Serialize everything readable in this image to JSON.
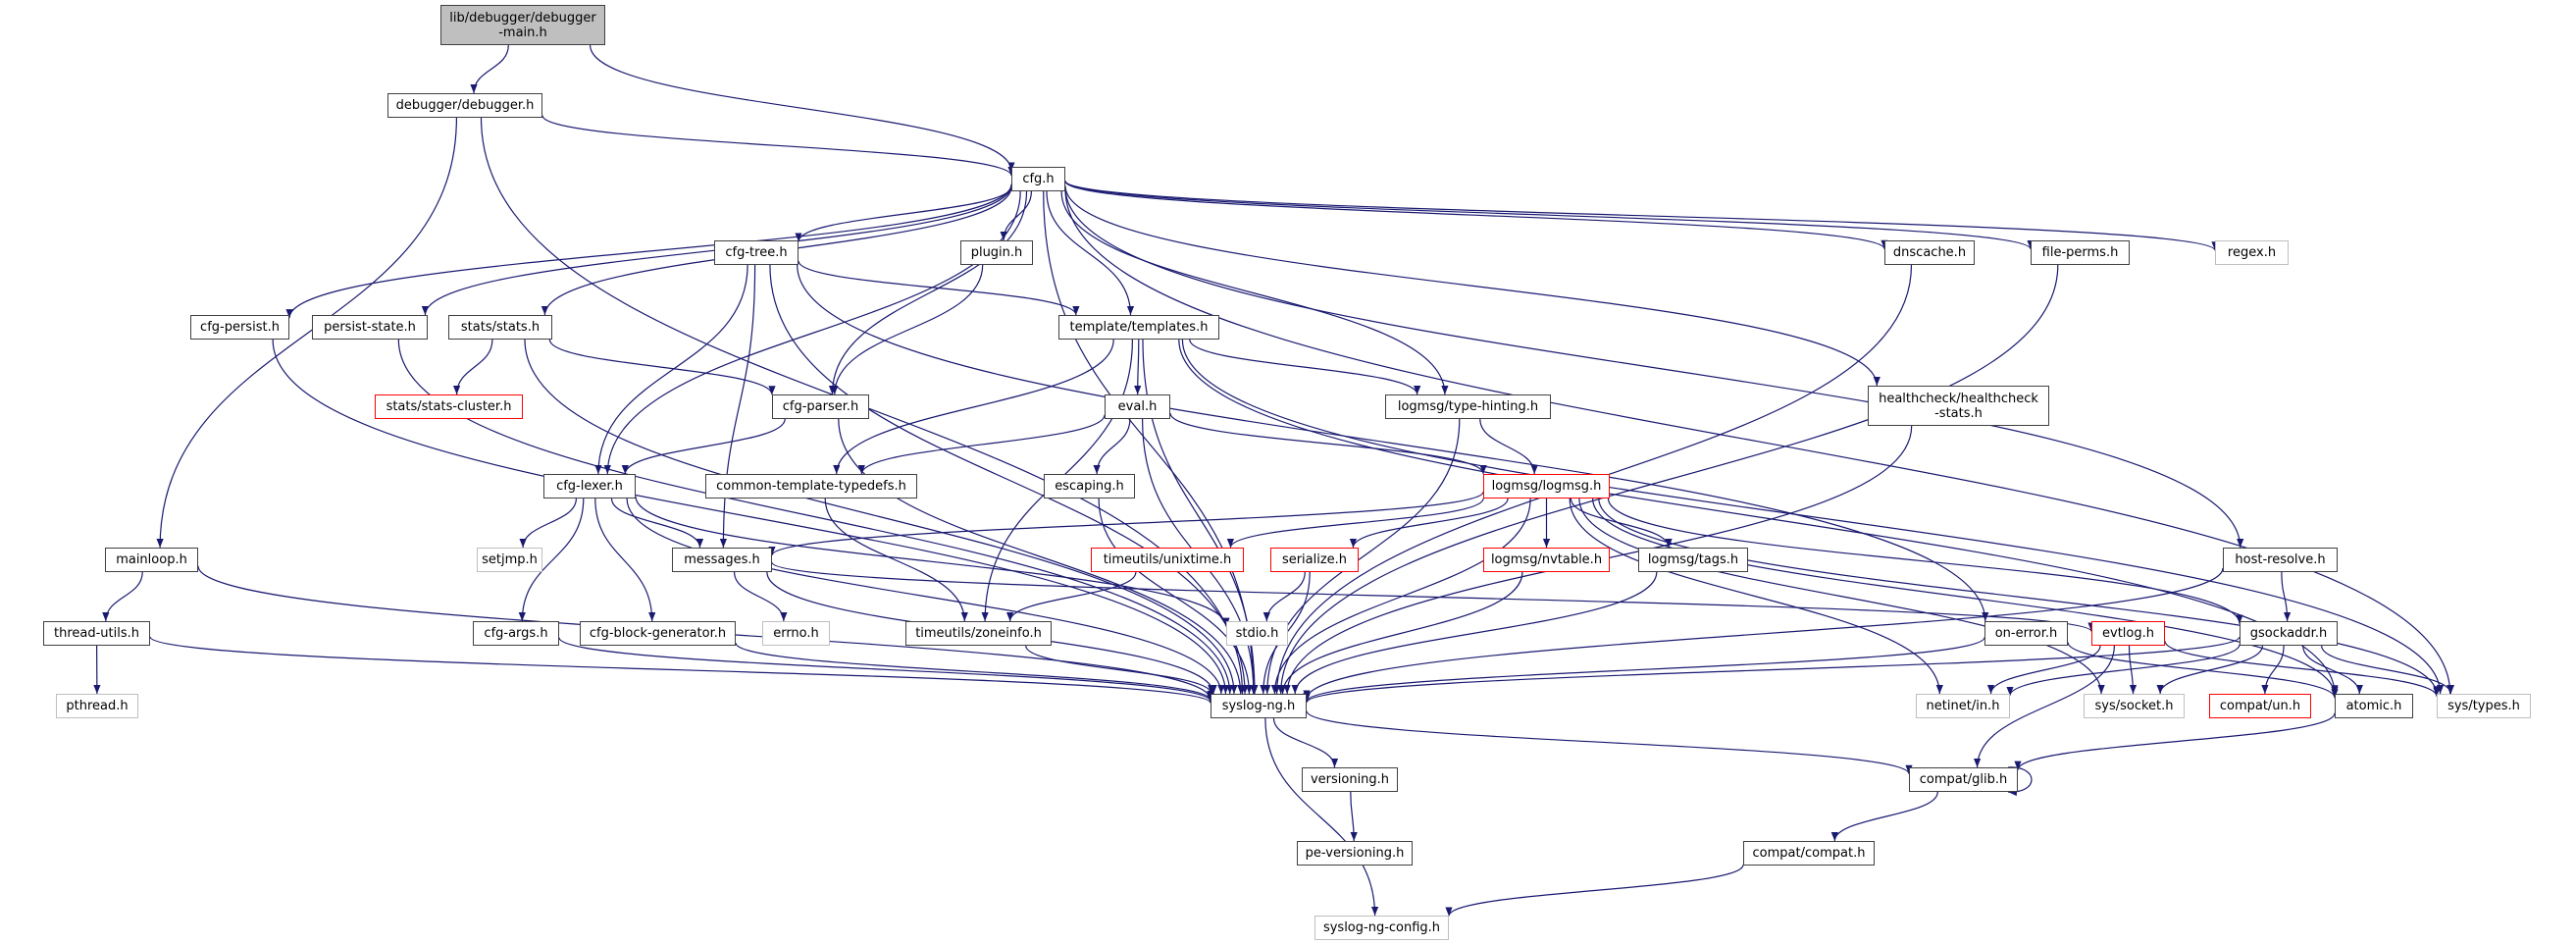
{
  "graph": {
    "type": "include-dependency-graph",
    "edge_color": "#191970",
    "node_border_color": "#404040",
    "root_fill_color": "#bfbfbf",
    "truncated_border_color": "#ff0000",
    "external_border_color": "#bfbfbf",
    "nodes": [
      {
        "id": "root",
        "label": "lib/debugger/debugger\n-main.h",
        "kind": "root"
      },
      {
        "id": "debugger",
        "label": "debugger/debugger.h",
        "kind": "normal"
      },
      {
        "id": "cfg",
        "label": "cfg.h",
        "kind": "normal"
      },
      {
        "id": "cfgtree",
        "label": "cfg-tree.h",
        "kind": "normal"
      },
      {
        "id": "plugin",
        "label": "plugin.h",
        "kind": "normal"
      },
      {
        "id": "dnscache",
        "label": "dnscache.h",
        "kind": "normal"
      },
      {
        "id": "fileperms",
        "label": "file-perms.h",
        "kind": "normal"
      },
      {
        "id": "regex",
        "label": "regex.h",
        "kind": "external"
      },
      {
        "id": "cfgpersist",
        "label": "cfg-persist.h",
        "kind": "normal"
      },
      {
        "id": "persiststate",
        "label": "persist-state.h",
        "kind": "normal"
      },
      {
        "id": "stats",
        "label": "stats/stats.h",
        "kind": "normal"
      },
      {
        "id": "templates",
        "label": "template/templates.h",
        "kind": "normal"
      },
      {
        "id": "statscluster",
        "label": "stats/stats-cluster.h",
        "kind": "truncated"
      },
      {
        "id": "cfgparser",
        "label": "cfg-parser.h",
        "kind": "normal"
      },
      {
        "id": "eval",
        "label": "eval.h",
        "kind": "normal"
      },
      {
        "id": "typehinting",
        "label": "logmsg/type-hinting.h",
        "kind": "normal"
      },
      {
        "id": "healthcheck",
        "label": "healthcheck/healthcheck\n-stats.h",
        "kind": "normal"
      },
      {
        "id": "cfglexer",
        "label": "cfg-lexer.h",
        "kind": "normal"
      },
      {
        "id": "typedefs",
        "label": "common-template-typedefs.h",
        "kind": "normal"
      },
      {
        "id": "escaping",
        "label": "escaping.h",
        "kind": "normal"
      },
      {
        "id": "logmsg",
        "label": "logmsg/logmsg.h",
        "kind": "truncated"
      },
      {
        "id": "mainloop",
        "label": "mainloop.h",
        "kind": "normal"
      },
      {
        "id": "setjmp",
        "label": "setjmp.h",
        "kind": "external"
      },
      {
        "id": "messages",
        "label": "messages.h",
        "kind": "normal"
      },
      {
        "id": "unixtime",
        "label": "timeutils/unixtime.h",
        "kind": "truncated"
      },
      {
        "id": "serialize",
        "label": "serialize.h",
        "kind": "truncated"
      },
      {
        "id": "nvtable",
        "label": "logmsg/nvtable.h",
        "kind": "truncated"
      },
      {
        "id": "tags",
        "label": "logmsg/tags.h",
        "kind": "normal"
      },
      {
        "id": "hostresolve",
        "label": "host-resolve.h",
        "kind": "normal"
      },
      {
        "id": "threadutils",
        "label": "thread-utils.h",
        "kind": "normal"
      },
      {
        "id": "cfgargs",
        "label": "cfg-args.h",
        "kind": "normal"
      },
      {
        "id": "blockgen",
        "label": "cfg-block-generator.h",
        "kind": "normal"
      },
      {
        "id": "errno",
        "label": "errno.h",
        "kind": "external"
      },
      {
        "id": "zoneinfo",
        "label": "timeutils/zoneinfo.h",
        "kind": "normal"
      },
      {
        "id": "stdio",
        "label": "stdio.h",
        "kind": "external"
      },
      {
        "id": "onerror",
        "label": "on-error.h",
        "kind": "normal"
      },
      {
        "id": "evtlog",
        "label": "evtlog.h",
        "kind": "truncated"
      },
      {
        "id": "gsockaddr",
        "label": "gsockaddr.h",
        "kind": "normal"
      },
      {
        "id": "pthread",
        "label": "pthread.h",
        "kind": "external"
      },
      {
        "id": "syslogng",
        "label": "syslog-ng.h",
        "kind": "normal"
      },
      {
        "id": "netinet",
        "label": "netinet/in.h",
        "kind": "external"
      },
      {
        "id": "syssocket",
        "label": "sys/socket.h",
        "kind": "external"
      },
      {
        "id": "compatun",
        "label": "compat/un.h",
        "kind": "truncated"
      },
      {
        "id": "atomic",
        "label": "atomic.h",
        "kind": "normal"
      },
      {
        "id": "systypes",
        "label": "sys/types.h",
        "kind": "external"
      },
      {
        "id": "versioning",
        "label": "versioning.h",
        "kind": "normal"
      },
      {
        "id": "glib",
        "label": "compat/glib.h",
        "kind": "normal"
      },
      {
        "id": "peversioning",
        "label": "pe-versioning.h",
        "kind": "normal"
      },
      {
        "id": "compat",
        "label": "compat/compat.h",
        "kind": "normal"
      },
      {
        "id": "config",
        "label": "syslog-ng-config.h",
        "kind": "external"
      }
    ],
    "edges": [
      [
        "root",
        "debugger"
      ],
      [
        "root",
        "cfg"
      ],
      [
        "debugger",
        "cfg"
      ],
      [
        "debugger",
        "mainloop"
      ],
      [
        "debugger",
        "syslogng"
      ],
      [
        "cfg",
        "cfgtree"
      ],
      [
        "cfg",
        "plugin"
      ],
      [
        "cfg",
        "dnscache"
      ],
      [
        "cfg",
        "fileperms"
      ],
      [
        "cfg",
        "regex"
      ],
      [
        "cfg",
        "cfgpersist"
      ],
      [
        "cfg",
        "persiststate"
      ],
      [
        "cfg",
        "stats"
      ],
      [
        "cfg",
        "templates"
      ],
      [
        "cfg",
        "cfgparser"
      ],
      [
        "cfg",
        "typehinting"
      ],
      [
        "cfg",
        "healthcheck"
      ],
      [
        "cfg",
        "cfglexer"
      ],
      [
        "cfg",
        "hostresolve"
      ],
      [
        "cfg",
        "syslogng"
      ],
      [
        "cfg",
        "systypes"
      ],
      [
        "cfgtree",
        "templates"
      ],
      [
        "cfgtree",
        "cfglexer"
      ],
      [
        "cfgtree",
        "messages"
      ],
      [
        "cfgtree",
        "syslogng"
      ],
      [
        "cfgtree",
        "onerror"
      ],
      [
        "plugin",
        "cfgparser"
      ],
      [
        "dnscache",
        "syslogng"
      ],
      [
        "fileperms",
        "syslogng"
      ],
      [
        "cfgpersist",
        "syslogng"
      ],
      [
        "persiststate",
        "syslogng"
      ],
      [
        "stats",
        "statscluster"
      ],
      [
        "stats",
        "cfgparser"
      ],
      [
        "stats",
        "syslogng"
      ],
      [
        "templates",
        "eval"
      ],
      [
        "templates",
        "typehinting"
      ],
      [
        "templates",
        "typedefs"
      ],
      [
        "templates",
        "zoneinfo"
      ],
      [
        "templates",
        "syslogng"
      ],
      [
        "templates",
        "atomic"
      ],
      [
        "templates",
        "systypes"
      ],
      [
        "cfgparser",
        "cfglexer"
      ],
      [
        "cfgparser",
        "syslogng"
      ],
      [
        "eval",
        "typedefs"
      ],
      [
        "eval",
        "escaping"
      ],
      [
        "eval",
        "logmsg"
      ],
      [
        "eval",
        "syslogng"
      ],
      [
        "typehinting",
        "logmsg"
      ],
      [
        "typehinting",
        "syslogng"
      ],
      [
        "healthcheck",
        "syslogng"
      ],
      [
        "cfglexer",
        "setjmp"
      ],
      [
        "cfglexer",
        "messages"
      ],
      [
        "cfglexer",
        "cfgargs"
      ],
      [
        "cfglexer",
        "blockgen"
      ],
      [
        "cfglexer",
        "stdio"
      ],
      [
        "cfglexer",
        "syslogng"
      ],
      [
        "typedefs",
        "zoneinfo"
      ],
      [
        "escaping",
        "syslogng"
      ],
      [
        "logmsg",
        "messages"
      ],
      [
        "logmsg",
        "unixtime"
      ],
      [
        "logmsg",
        "serialize"
      ],
      [
        "logmsg",
        "nvtable"
      ],
      [
        "logmsg",
        "tags"
      ],
      [
        "logmsg",
        "syslogng"
      ],
      [
        "logmsg",
        "gsockaddr"
      ],
      [
        "logmsg",
        "atomic"
      ],
      [
        "logmsg",
        "netinet"
      ],
      [
        "logmsg",
        "syssocket"
      ],
      [
        "logmsg",
        "systypes"
      ],
      [
        "mainloop",
        "threadutils"
      ],
      [
        "mainloop",
        "syslogng"
      ],
      [
        "messages",
        "errno"
      ],
      [
        "messages",
        "evtlog"
      ],
      [
        "messages",
        "syslogng"
      ],
      [
        "unixtime",
        "zoneinfo"
      ],
      [
        "serialize",
        "stdio"
      ],
      [
        "serialize",
        "syslogng"
      ],
      [
        "nvtable",
        "syslogng"
      ],
      [
        "tags",
        "syslogng"
      ],
      [
        "hostresolve",
        "gsockaddr"
      ],
      [
        "hostresolve",
        "syslogng"
      ],
      [
        "threadutils",
        "pthread"
      ],
      [
        "threadutils",
        "syslogng"
      ],
      [
        "cfgargs",
        "syslogng"
      ],
      [
        "blockgen",
        "syslogng"
      ],
      [
        "zoneinfo",
        "syslogng"
      ],
      [
        "onerror",
        "syslogng"
      ],
      [
        "onerror",
        "atomic"
      ],
      [
        "evtlog",
        "netinet"
      ],
      [
        "evtlog",
        "syssocket"
      ],
      [
        "evtlog",
        "glib"
      ],
      [
        "evtlog",
        "systypes"
      ],
      [
        "gsockaddr",
        "syslogng"
      ],
      [
        "gsockaddr",
        "netinet"
      ],
      [
        "gsockaddr",
        "syssocket"
      ],
      [
        "gsockaddr",
        "compatun"
      ],
      [
        "gsockaddr",
        "atomic"
      ],
      [
        "gsockaddr",
        "systypes"
      ],
      [
        "syslogng",
        "versioning"
      ],
      [
        "syslogng",
        "glib"
      ],
      [
        "syslogng",
        "config"
      ],
      [
        "atomic",
        "glib"
      ],
      [
        "versioning",
        "peversioning"
      ],
      [
        "glib",
        "glib"
      ],
      [
        "glib",
        "compat"
      ],
      [
        "compat",
        "config"
      ]
    ]
  }
}
